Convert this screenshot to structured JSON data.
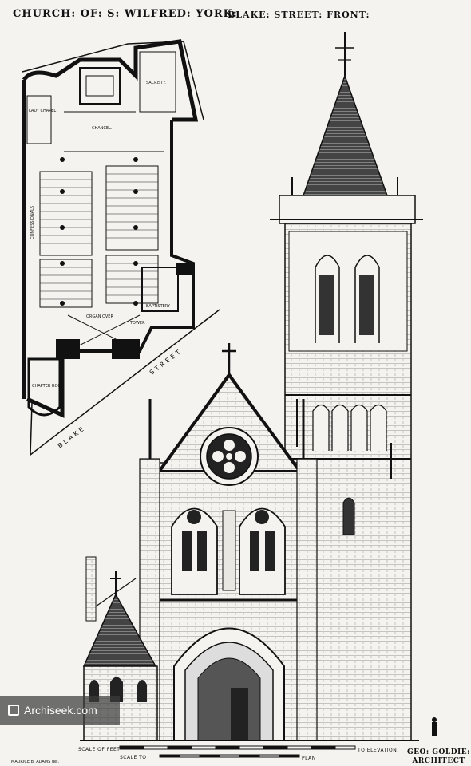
{
  "title": "CHURCH: OF: S: WILFRED: YORK:",
  "subtitle": "BLAKE: STREET: FRONT:",
  "plan_labels": {
    "sacristy": "SACRISTY.",
    "lady_chapel": "LADY CHAPEL",
    "chancel": "CHANCEL.",
    "confessionals": "CONFESSIONALS",
    "baptistery": "BAPTISTERY",
    "organ_over": "ORGAN OVER",
    "chapter_room": "CHAPTER ROOM.",
    "tower": "TOWER",
    "street_blake": "BLAKE",
    "street_street": "STREET"
  },
  "scale": {
    "elevation_prefix": "SCALE OF FEET",
    "elevation_suffix": "TO ELEVATION.",
    "plan_prefix": "SCALE TO",
    "plan_suffix": "PLAN"
  },
  "architect": {
    "line1": "GEO: GOLDIE:",
    "line2": "ARCHITECT"
  },
  "engraver": "MAURICE B. ADAMS del.",
  "watermark": "Archiseek.com"
}
